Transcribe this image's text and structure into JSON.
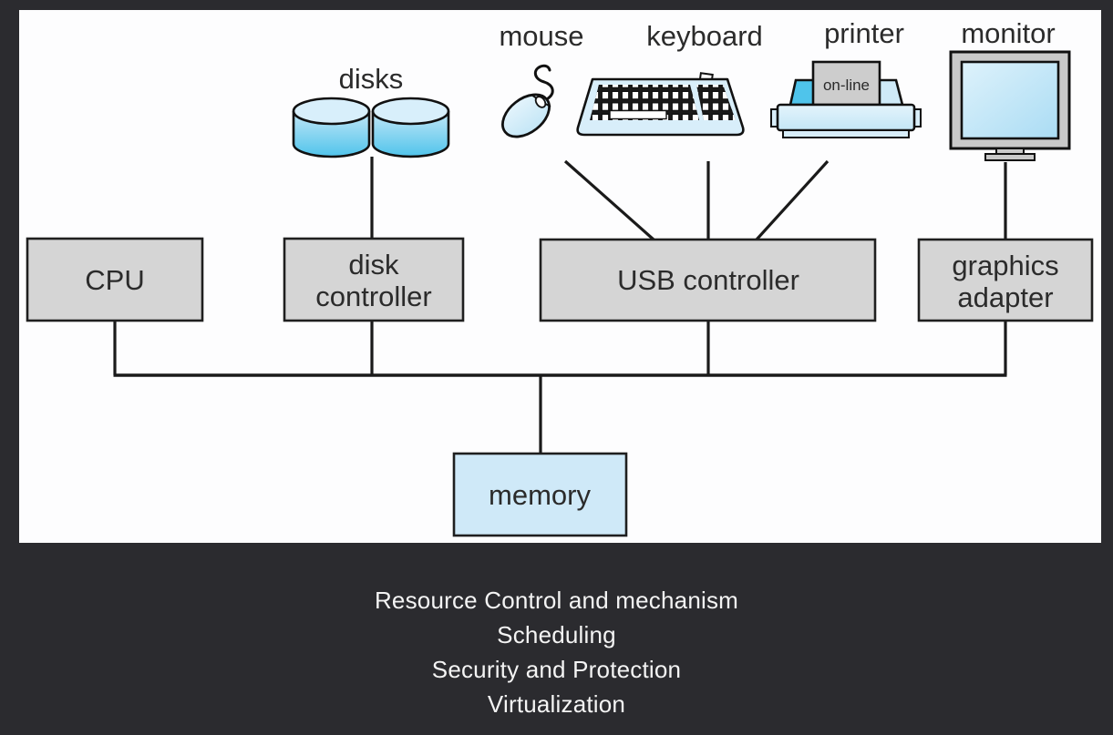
{
  "diagram": {
    "devices": {
      "disks": {
        "label": "disks"
      },
      "mouse": {
        "label": "mouse"
      },
      "keyboard": {
        "label": "keyboard"
      },
      "printer": {
        "label": "printer",
        "status": "on-line"
      },
      "monitor": {
        "label": "monitor"
      }
    },
    "components": {
      "cpu": {
        "label": "CPU"
      },
      "disk_controller": {
        "line1": "disk",
        "line2": "controller"
      },
      "usb_controller": {
        "label": "USB controller"
      },
      "graphics_adapter": {
        "line1": "graphics",
        "line2": "adapter"
      },
      "memory": {
        "label": "memory"
      }
    },
    "colors": {
      "canvas_bg": "#fdfdfe",
      "page_bg": "#2b2b2f",
      "box_gray": "#d5d5d5",
      "memory_blue": "#cfe9f8",
      "device_blue": "#d8eefa",
      "accent_cyan": "#50c4eb",
      "line_black": "#1a1a1a",
      "caption_text": "#f4f4f4"
    }
  },
  "caption": {
    "lines": [
      "Resource Control and mechanism",
      "Scheduling",
      "Security and Protection",
      "Virtualization"
    ]
  }
}
